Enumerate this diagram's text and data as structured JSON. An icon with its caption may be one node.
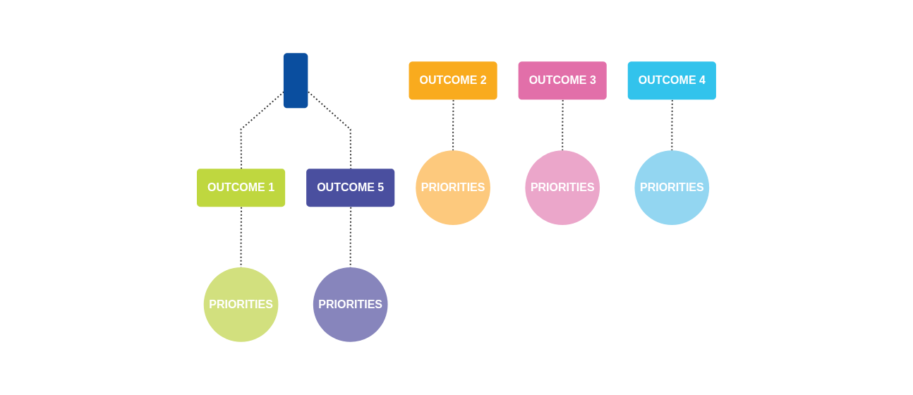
{
  "diagram": {
    "nodes": [
      {
        "text": [],
        "shape": "box"
      },
      {
        "text": [
          "OUTCOME 1"
        ]
      },
      {
        "text": [
          "OUTCOME 2"
        ]
      },
      {
        "text": [
          "OUTCOME 3"
        ]
      },
      {
        "text": [
          "OUTCOME 4"
        ]
      },
      {
        "text": [
          "OUTCOME 5"
        ]
      },
      {
        "text": [
          "PRIORITIES"
        ]
      },
      {
        "text": [
          "PRIORITIES"
        ]
      },
      {
        "text": [
          "PRIORITIES"
        ]
      },
      {
        "text": [
          "PRIORITIES"
        ]
      },
      {
        "text": [
          "PRIORITIES"
        ]
      }
    ],
    "edges": [
      {
        "from": 0,
        "to": 1,
        "arrow": "none",
        "style": "dashed"
      },
      {
        "from": 0,
        "to": 5,
        "arrow": "none",
        "style": "dashed"
      },
      {
        "from": 1,
        "to": 6,
        "arrow": "none",
        "style": "dashed"
      },
      {
        "from": 2,
        "to": 7,
        "arrow": "none",
        "style": "dashed"
      },
      {
        "from": 3,
        "to": 8,
        "arrow": "none",
        "style": "dashed"
      },
      {
        "from": 4,
        "to": 9,
        "arrow": "none",
        "style": "dashed"
      },
      {
        "from": 5,
        "to": 10,
        "arrow": "none",
        "style": "dashed"
      }
    ]
  }
}
